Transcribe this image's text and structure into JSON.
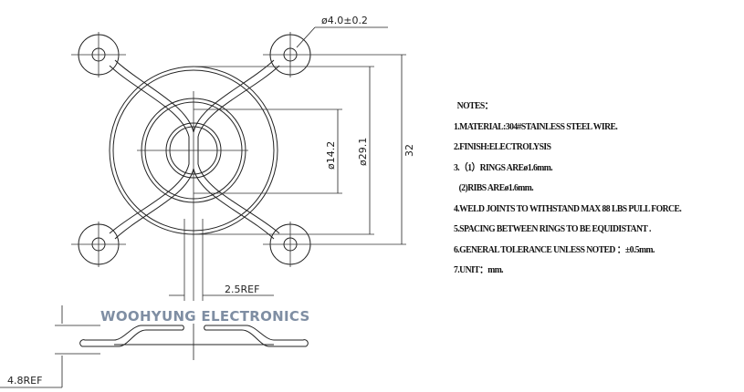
{
  "dimensions": {
    "hole_diameter": "ø4.0±0.2",
    "inner_ring": "ø14.2",
    "outer_ring": "ø29.1",
    "hole_spacing": "32",
    "center_gap": "2.5REF",
    "height": "4.8REF"
  },
  "watermark": "WOOHYUNG ELECTRONICS",
  "notes": {
    "title": "NOTES：",
    "items": [
      "1.MATERIAL:304#STAINLESS STEEL WIRE.",
      "2.FINISH:ELECTROLYSIS",
      "3.（1）RINGS AREø1.6mm.",
      "   (2)RIBS AREø1.6mm.",
      "4.WELD JOINTS TO WITHSTAND MAX 88 LBS PULL FORCE.",
      "5.SPACING BETWEEN RINGS TO BE EQUIDISTANT .",
      "6.GENERAL TOLERANCE UNLESS NOTED ：±0.5mm.",
      "7.UNIT：mm."
    ]
  }
}
